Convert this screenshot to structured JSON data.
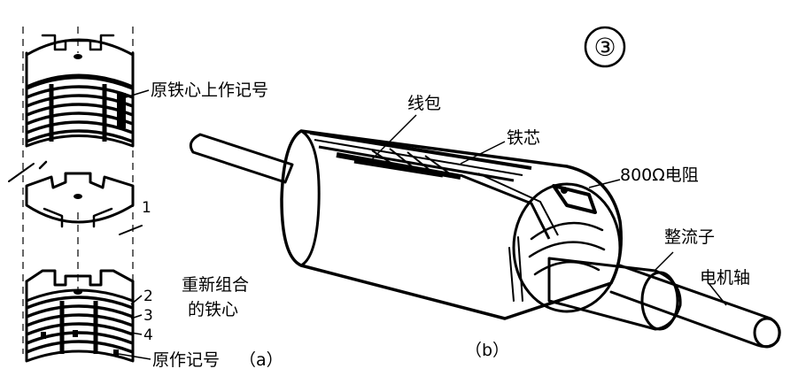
{
  "figure_number": "③",
  "left_diagram": {
    "caption": "（a）",
    "labels": {
      "mark_on_core": "原铁心上作记号",
      "regrouped_line1": "重新组合",
      "regrouped_line2": "的铁心",
      "original_mark": "原作记号"
    },
    "numbers": [
      "1",
      "2",
      "3",
      "4"
    ]
  },
  "right_diagram": {
    "caption": "（b）",
    "labels": {
      "coil": "线包",
      "iron_core": "铁芯",
      "resistor": "800Ω电阻",
      "commutator": "整流子",
      "shaft": "电机轴"
    }
  },
  "colors": {
    "ink": "#000000",
    "paper": "#ffffff"
  }
}
